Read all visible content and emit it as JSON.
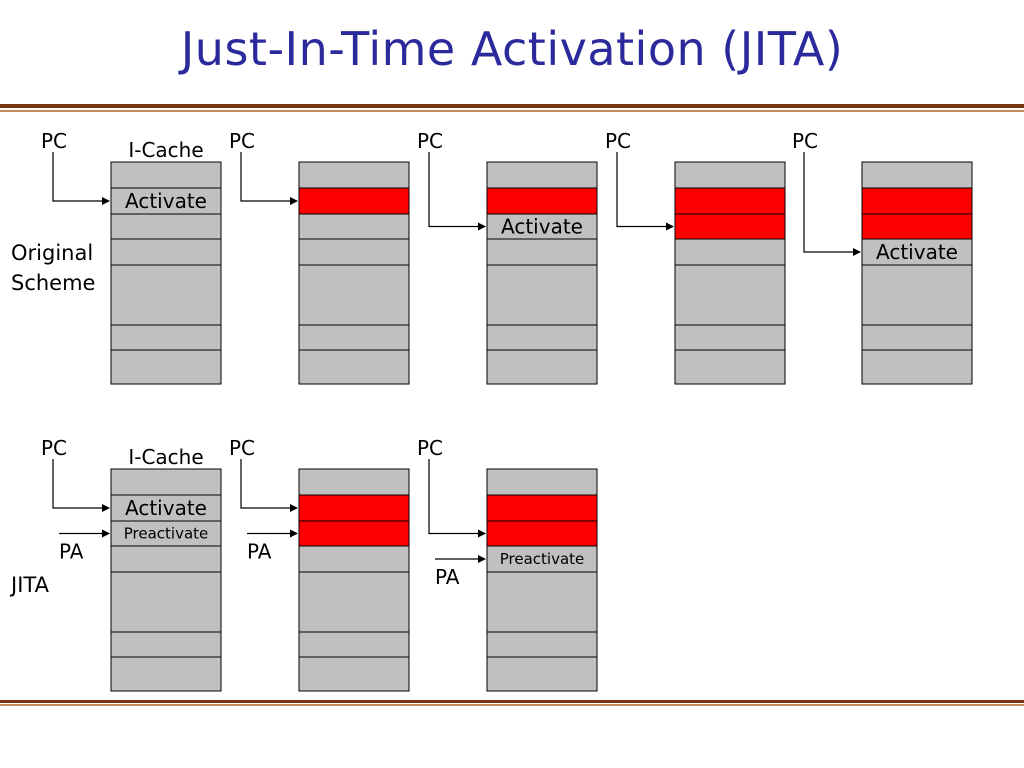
{
  "title": "Just-In-Time Activation (JITA)",
  "colors": {
    "title": "#2a2a9c",
    "cache_gray": "#c0c0c0",
    "active_red": "#ff0000",
    "rule_dark": "#7a3512",
    "rule_light": "#c58a55"
  },
  "labels": {
    "pc": "PC",
    "pa": "PA",
    "icache": "I-Cache",
    "activate": "Activate",
    "preactivate": "Preactivate"
  },
  "rows": [
    {
      "name": "Original Scheme",
      "label_lines": [
        "Original",
        "Scheme"
      ],
      "stages": [
        {
          "activate_line": 1,
          "red_lines": [],
          "preactivate_line": null,
          "pc_line": 1,
          "pa_line": null,
          "show_icache": true
        },
        {
          "activate_line": null,
          "red_lines": [
            1
          ],
          "preactivate_line": null,
          "pc_line": 1,
          "pa_line": null,
          "show_icache": false
        },
        {
          "activate_line": 2,
          "red_lines": [
            1
          ],
          "preactivate_line": null,
          "pc_line": 2,
          "pa_line": null,
          "show_icache": false
        },
        {
          "activate_line": null,
          "red_lines": [
            1,
            2
          ],
          "preactivate_line": null,
          "pc_line": 2,
          "pa_line": null,
          "show_icache": false
        },
        {
          "activate_line": 3,
          "red_lines": [
            1,
            2
          ],
          "preactivate_line": null,
          "pc_line": 3,
          "pa_line": null,
          "show_icache": false
        }
      ]
    },
    {
      "name": "JITA",
      "label_lines": [
        "JITA"
      ],
      "stages": [
        {
          "activate_line": 1,
          "red_lines": [],
          "preactivate_line": 2,
          "pc_line": 1,
          "pa_line": 2,
          "show_icache": true
        },
        {
          "activate_line": null,
          "red_lines": [
            1,
            2
          ],
          "preactivate_line": null,
          "pc_line": 1,
          "pa_line": 2,
          "show_icache": false
        },
        {
          "activate_line": null,
          "red_lines": [
            1,
            2
          ],
          "preactivate_line": 3,
          "pc_line": 2,
          "pa_line": 3,
          "show_icache": false
        }
      ]
    }
  ]
}
